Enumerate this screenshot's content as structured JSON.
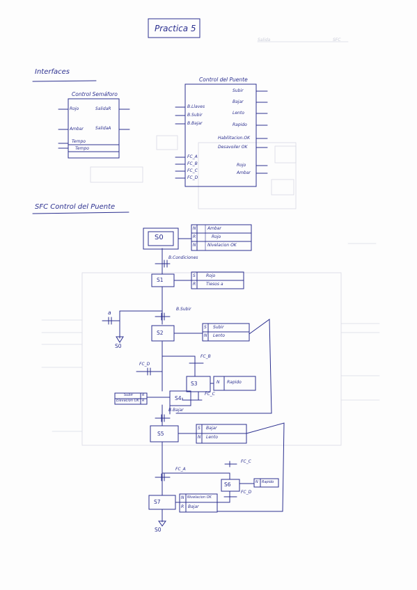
{
  "title": "Practica 5",
  "ghost_text": [
    "Salida",
    "SFC"
  ],
  "interfaces_heading": "Interfaces",
  "semaforo": {
    "name": "Control Semáforo",
    "inputs": [
      "Rojo",
      "Ambar",
      "Tempo",
      "Tempo"
    ],
    "outputs": [
      "SalidaR",
      "SalidaA"
    ]
  },
  "puente": {
    "name": "Control del Puente",
    "inputs": [
      "B.Llaves",
      "B.Subir",
      "B.Bajar",
      "FC_A",
      "FC_B",
      "FC_C",
      "FC_D"
    ],
    "outputs": [
      "Subir",
      "Bajar",
      "Lento",
      "Rapido",
      "Habilitacion.OK",
      "Desavoiler OK",
      "Rojo",
      "Ambar"
    ]
  },
  "sfc_heading": "SFC  Control del Puente",
  "steps": {
    "s0": {
      "name": "S0",
      "actions": [
        [
          "N",
          "Ambar"
        ],
        [
          "R",
          "Rojo"
        ],
        [
          "N",
          "Nivelacion OK"
        ]
      ]
    },
    "s1": {
      "name": "S1",
      "actions": [
        [
          "S",
          "Rojo"
        ],
        [
          "R",
          "Tiesos a"
        ]
      ]
    },
    "s2": {
      "name": "S2",
      "actions": [
        [
          "S",
          "Subir"
        ],
        [
          "N",
          "Lento"
        ]
      ]
    },
    "s3": {
      "name": "S3",
      "actions": [
        [
          "N",
          "Rapido"
        ]
      ]
    },
    "s4": {
      "name": "S4",
      "actions": [
        [
          "R",
          "Subir"
        ],
        [
          "R",
          "Elevacion OK"
        ]
      ]
    },
    "s5": {
      "name": "S5",
      "actions": [
        [
          "S",
          "Bajar"
        ],
        [
          "N",
          "Lento"
        ]
      ]
    },
    "s6": {
      "name": "S6",
      "actions": [
        [
          "N",
          "Rapido"
        ]
      ]
    },
    "s7": {
      "name": "S7",
      "actions": [
        [
          "N",
          "Nivelacion OK"
        ],
        [
          "R",
          "Bajar"
        ]
      ]
    }
  },
  "transitions": {
    "t01": "B.Condiciones",
    "t12": "B.Subir",
    "t1a": "a",
    "t1a_target": "S0",
    "t23": "FC_B",
    "t24": "FC_D",
    "t34": "FC_C",
    "t45": "B.Bajar",
    "t57": "FC_A",
    "t56": "FC_C",
    "t67": "FC_D",
    "end_target": "S0"
  }
}
